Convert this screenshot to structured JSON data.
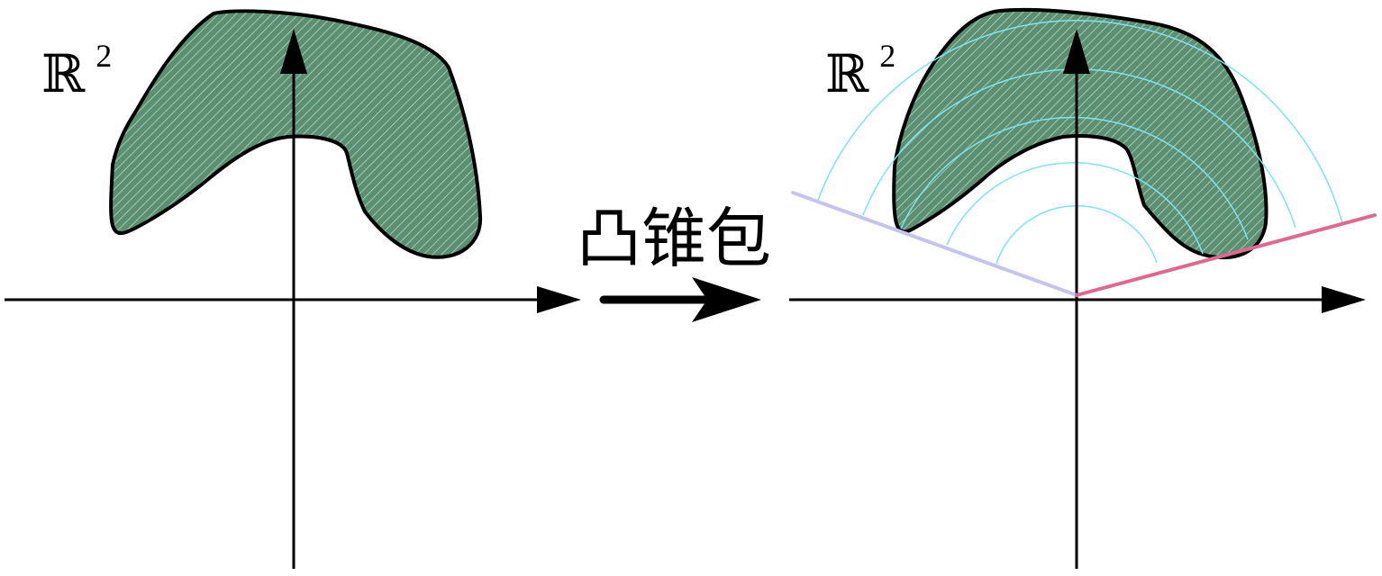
{
  "left_panel": {
    "space_symbol": "ℝ",
    "space_exponent": "2"
  },
  "right_panel": {
    "space_symbol": "ℝ",
    "space_exponent": "2"
  },
  "transform": {
    "label": "凸锥包"
  },
  "colors": {
    "region_fill": "#5b9172",
    "region_hatch": "#b9d3c2",
    "outline": "#000000",
    "axis": "#000000",
    "cone_left_ray": "#c4c4ee",
    "cone_right_ray": "#e06890",
    "arcs": "#7fe3ef"
  }
}
